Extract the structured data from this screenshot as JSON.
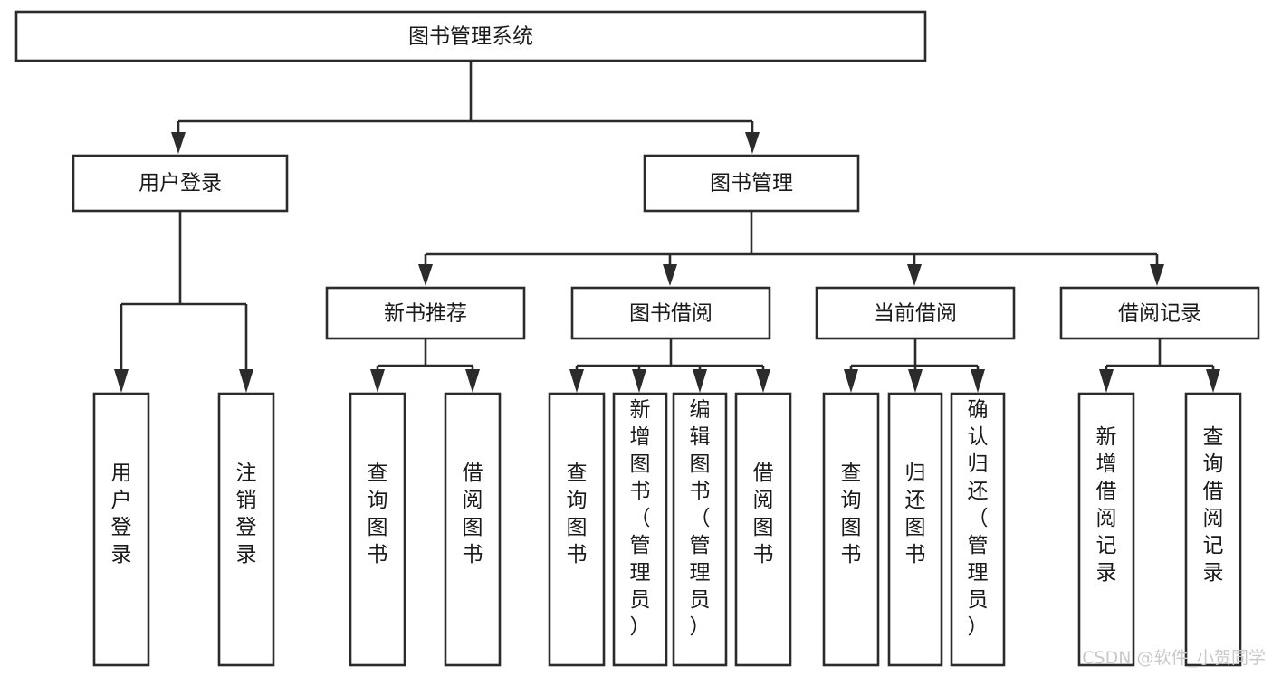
{
  "diagram": {
    "title": "图书管理系统",
    "type": "hierarchy-tree",
    "root": {
      "id": "root",
      "label": "图书管理系统"
    },
    "level2": [
      {
        "id": "user-login",
        "label": "用户登录"
      },
      {
        "id": "book-manage",
        "label": "图书管理"
      }
    ],
    "level3": [
      {
        "id": "new-book-rec",
        "label": "新书推荐",
        "parent": "book-manage"
      },
      {
        "id": "book-borrow",
        "label": "图书借阅",
        "parent": "book-manage"
      },
      {
        "id": "current-borrow",
        "label": "当前借阅",
        "parent": "book-manage"
      },
      {
        "id": "borrow-record",
        "label": "借阅记录",
        "parent": "book-manage"
      }
    ],
    "leaves": [
      {
        "id": "leaf-user-login",
        "label": "用户登录",
        "parent": "user-login"
      },
      {
        "id": "leaf-user-logout",
        "label": "注销登录",
        "parent": "user-login"
      },
      {
        "id": "leaf-query-book-1",
        "label": "查询图书",
        "parent": "new-book-rec"
      },
      {
        "id": "leaf-borrow-book-1",
        "label": "借阅图书",
        "parent": "new-book-rec"
      },
      {
        "id": "leaf-query-book-2",
        "label": "查询图书",
        "parent": "book-borrow"
      },
      {
        "id": "leaf-add-book",
        "label": "新增图书（管理员）",
        "parent": "book-borrow"
      },
      {
        "id": "leaf-edit-book",
        "label": "编辑图书（管理员）",
        "parent": "book-borrow"
      },
      {
        "id": "leaf-borrow-book-2",
        "label": "借阅图书",
        "parent": "book-borrow"
      },
      {
        "id": "leaf-query-book-3",
        "label": "查询图书",
        "parent": "current-borrow"
      },
      {
        "id": "leaf-return-book",
        "label": "归还图书",
        "parent": "current-borrow"
      },
      {
        "id": "leaf-confirm-return",
        "label": "确认归还（管理员）",
        "parent": "current-borrow"
      },
      {
        "id": "leaf-add-record",
        "label": "新增借阅记录",
        "parent": "borrow-record"
      },
      {
        "id": "leaf-query-record",
        "label": "查询借阅记录",
        "parent": "borrow-record"
      }
    ],
    "colors": {
      "stroke": "#2b2b2b",
      "fill": "#ffffff",
      "text": "#1a1a1a",
      "watermark": "#c9c9c9",
      "background": "#ffffff"
    }
  },
  "watermark": {
    "text": "CSDN @软件_小贺同学"
  }
}
